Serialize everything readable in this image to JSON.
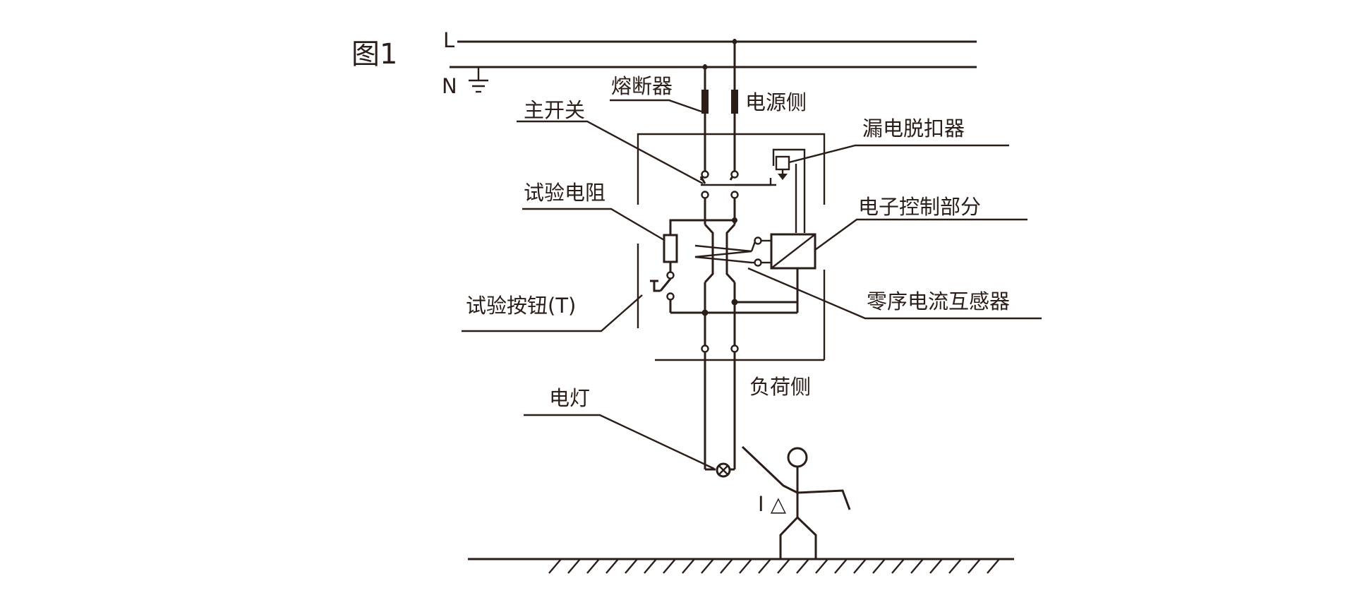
{
  "figure_label": "图1",
  "lines": {
    "live": "L",
    "neutral": "N"
  },
  "labels": {
    "fuse": "熔断器",
    "source_side": "电源侧",
    "main_switch": "主开关",
    "leakage_release": "漏电脱扣器",
    "test_resistor": "试验电阻",
    "electronic_control": "电子控制部分",
    "test_button": "试验按钮(T)",
    "zero_seq_ct": "零序电流互感器",
    "load_side": "负荷侧",
    "lamp": "电灯",
    "leak_current": "I △"
  }
}
